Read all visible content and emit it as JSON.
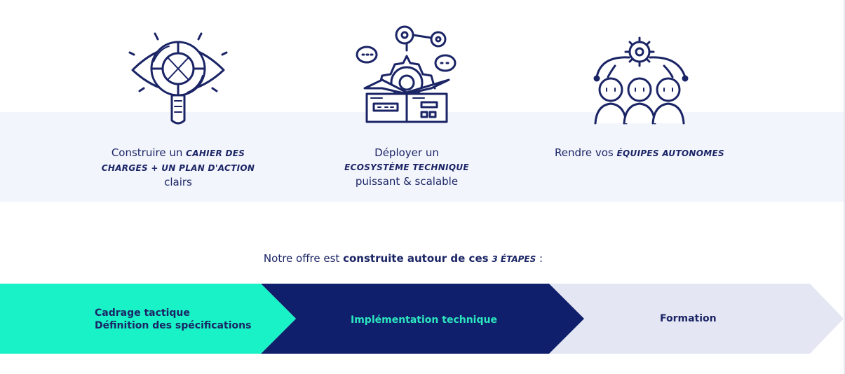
{
  "colors": {
    "navy": "#0f1f6b",
    "teal": "#19f2c6",
    "light_band": "#f3f5fc",
    "light_step": "#e4e7f3"
  },
  "features": [
    {
      "icon": "magnifier-eye-icon",
      "text_before": "Construire un",
      "emphasis": "cahier des charges + un plan d'action",
      "text_after": "clairs"
    },
    {
      "icon": "gear-box-chat-icon",
      "text_before": "Déployer un",
      "emphasis": "ecosystème technique",
      "text_after": "puissant & scalable"
    },
    {
      "icon": "team-gear-icon",
      "text_before": "Rendre vos",
      "emphasis": "équipes autonomes",
      "text_after": ""
    }
  ],
  "offer": {
    "prefix": "Notre offre est",
    "bold": "construite autour de ces",
    "emphasis": "3 étapes",
    "suffix": " :"
  },
  "steps": [
    {
      "line1": "Cadrage tactique",
      "line2": "Définition des spécifications"
    },
    {
      "line1": "Implémentation technique"
    },
    {
      "line1": "Formation"
    }
  ]
}
